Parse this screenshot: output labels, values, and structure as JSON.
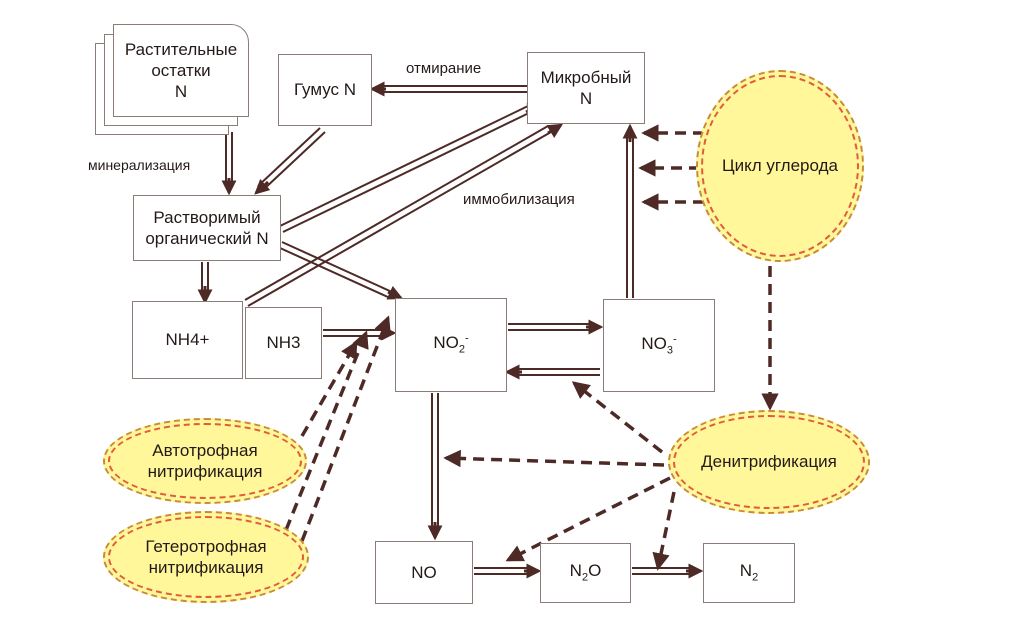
{
  "colors": {
    "arrow": "#4e2a26",
    "ellipse_fill": "#fff79a",
    "ellipse_border": "#c88a3c",
    "ellipse_inner": "#e25c3b",
    "box_border": "#8b7c78",
    "text": "#231a18"
  },
  "nodes": {
    "plant_residues": {
      "line1": "Растительные",
      "line2": "остатки",
      "line3": "N"
    },
    "humus": {
      "label": "Гумус N"
    },
    "microbial": {
      "line1": "Микробный",
      "line2": "N"
    },
    "soluble_organic": {
      "line1": "Растворимый",
      "line2": "органический N"
    },
    "nh4": {
      "label": "NH4+"
    },
    "nh3": {
      "label": "NH3"
    },
    "no2": {
      "base": "NO",
      "sub": "2",
      "sup": "-"
    },
    "no3": {
      "base": "NO",
      "sub": "3",
      "sup": "-"
    },
    "no": {
      "label": "NO"
    },
    "n2o": {
      "base": "N",
      "sub": "2",
      "tail": "O"
    },
    "n2": {
      "base": "N",
      "sub": "2"
    }
  },
  "processes": {
    "carbon_cycle": "Цикл углерода",
    "autotrophic": {
      "line1": "Автотрофная",
      "line2": "нитрификация"
    },
    "heterotrophic": {
      "line1": "Гетеротрофная",
      "line2": "нитрификация"
    },
    "denitrification": "Денитрификация"
  },
  "edge_labels": {
    "mineralization": "минерализация",
    "dieoff": "отмирание",
    "immobilization": "иммобилизация"
  }
}
